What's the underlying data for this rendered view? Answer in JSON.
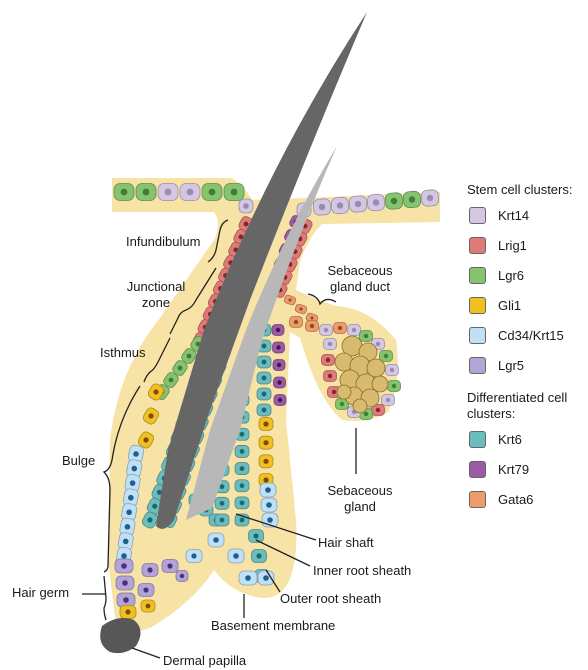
{
  "colors": {
    "Krt14": "#d4c7e2",
    "Lrig1": "#e07a78",
    "Lgr6": "#86c36e",
    "Gli1": "#f0c020",
    "Cd34Krt15": "#bfe0f7",
    "Lgr5": "#b3a4d8",
    "Krt6": "#6bbcbd",
    "Krt79": "#9c5aa6",
    "Gata6": "#ed9c6a",
    "basement": "#f7e3a6",
    "hair_dark": "#666666",
    "hair_light": "#b8b8b8",
    "sebocyte": "#d9bb6f"
  },
  "regions": {
    "infundibulum": "Infundibulum",
    "junctional_1": "Junctional",
    "junctional_2": "zone",
    "isthmus": "Isthmus",
    "bulge": "Bulge",
    "hair_germ": "Hair germ",
    "sebaceous_duct_1": "Sebaceous",
    "sebaceous_duct_2": "gland duct",
    "sebaceous_gland_1": "Sebaceous",
    "sebaceous_gland_2": "gland"
  },
  "structures": {
    "hair_shaft": "Hair shaft",
    "inner_root_sheath": "Inner root sheath",
    "outer_root_sheath": "Outer root sheath",
    "basement_membrane": "Basement membrane",
    "dermal_papilla": "Dermal papilla"
  },
  "legend": {
    "stem_title": "Stem cell clusters:",
    "stem": [
      {
        "label": "Krt14",
        "color": "#d4c7e2"
      },
      {
        "label": "Lrig1",
        "color": "#e07a78"
      },
      {
        "label": "Lgr6",
        "color": "#86c36e"
      },
      {
        "label": "Gli1",
        "color": "#f0c020"
      },
      {
        "label": "Cd34/Krt15",
        "color": "#bfe0f7"
      },
      {
        "label": "Lgr5",
        "color": "#b3a4d8"
      }
    ],
    "diff_title_1": "Differentiated cell",
    "diff_title_2": "clusters:",
    "diff": [
      {
        "label": "Krt6",
        "color": "#6bbcbd"
      },
      {
        "label": "Krt79",
        "color": "#9c5aa6"
      },
      {
        "label": "Gata6",
        "color": "#ed9c6a"
      }
    ]
  }
}
